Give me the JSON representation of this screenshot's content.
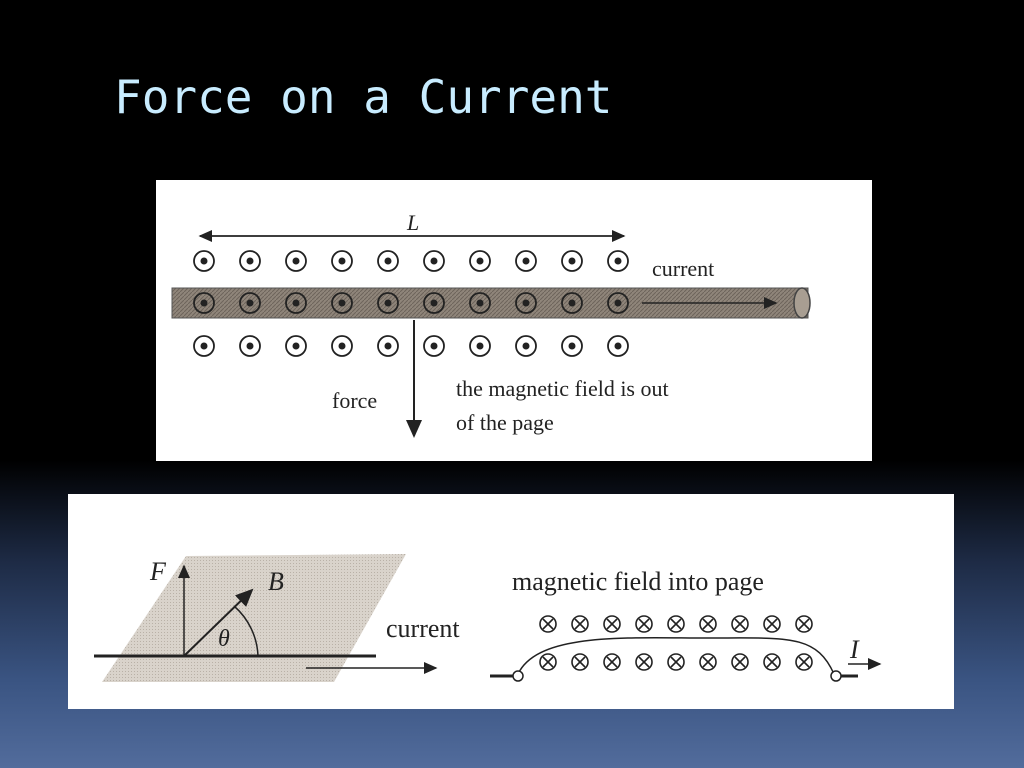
{
  "slide": {
    "title": "Force on a Current"
  },
  "top_diagram": {
    "length_label": "L",
    "current_label": "current",
    "force_label": "force",
    "field_note_line1": "the magnetic field is out",
    "field_note_line2": "of the page",
    "dots_per_row": 10
  },
  "bottom_left_diagram": {
    "force_label": "F",
    "field_label": "B",
    "angle_label": "θ",
    "current_label": "current"
  },
  "bottom_right_diagram": {
    "title": "magnetic field into page",
    "current_label": "I",
    "crosses_per_row": 9
  },
  "colors": {
    "title_text": "#c8ecff",
    "panel_bg": "#ffffff",
    "wire": "#8a7f74",
    "plane": "#d6d0c8"
  }
}
